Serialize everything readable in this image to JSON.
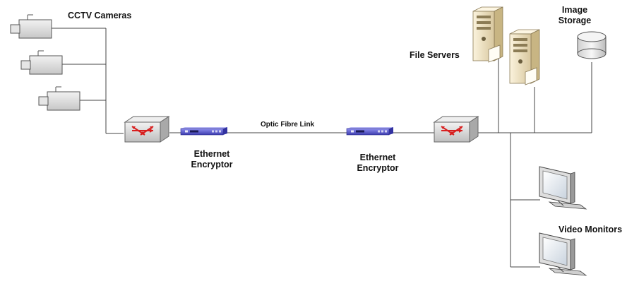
{
  "labels": {
    "cctv_cameras": "CCTV Cameras",
    "encryptor_left_line1": "Ethernet",
    "encryptor_left_line2": "Encryptor",
    "optic_link": "Optic Fibre Link",
    "encryptor_right_line1": "Ethernet",
    "encryptor_right_line2": "Encryptor",
    "file_servers": "File Servers",
    "image_storage_line1": "Image",
    "image_storage_line2": "Storage",
    "video_monitors": "Video Monitors"
  },
  "icons": {
    "camera": "cctv-camera-icon",
    "switch": "network-switch-icon",
    "encryptor": "ethernet-encryptor-icon",
    "server": "file-server-icon",
    "storage": "storage-cylinder-icon",
    "monitor": "video-monitor-icon"
  },
  "colors": {
    "line": "#444444",
    "encryptor": "#5a5ad0",
    "server": "#efe2c2",
    "switch": "#d9d9d9",
    "arrow": "#d81f1f"
  }
}
